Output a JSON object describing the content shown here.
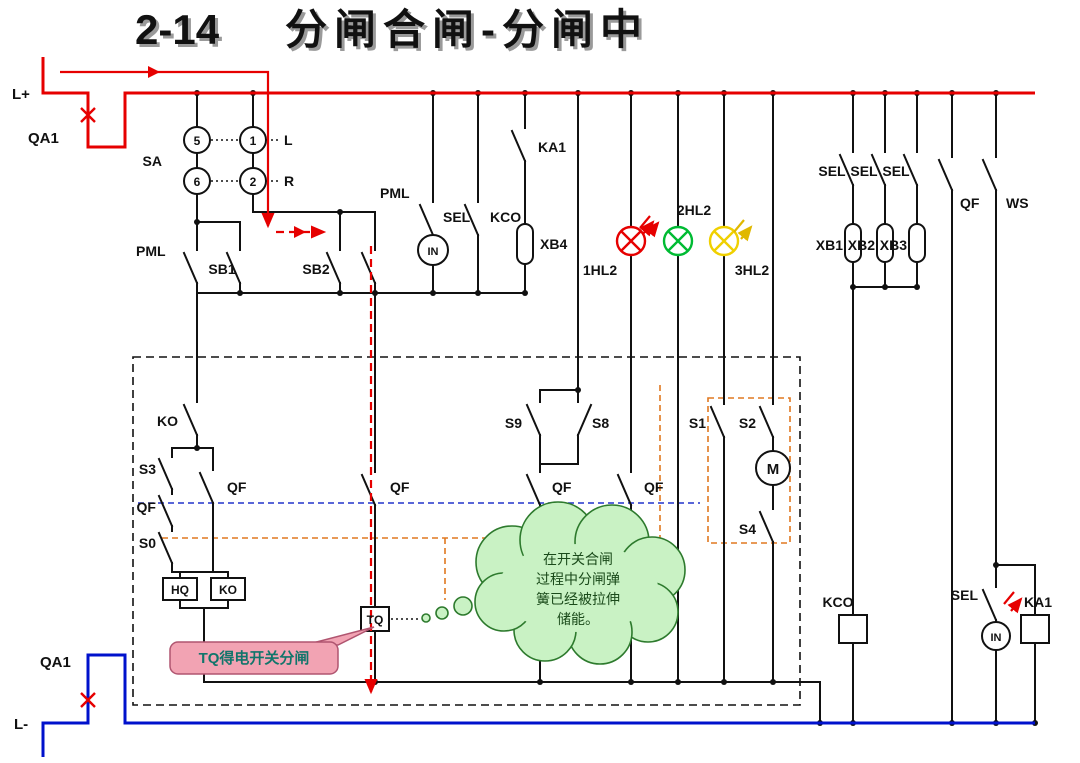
{
  "title": {
    "code": "2-14",
    "text": "分闸合闸-分闸中"
  },
  "power": {
    "positive_rail": "L+",
    "negative_rail": "L-",
    "breaker_top": "QA1",
    "breaker_bottom": "QA1"
  },
  "selector_switch": {
    "name": "SA",
    "contact_5": "5",
    "contact_6": "6",
    "contact_1": "1",
    "contact_2": "2",
    "position_left": "L",
    "position_right": "R"
  },
  "labels": {
    "pml1": "PML",
    "sb1": "SB1",
    "sb2": "SB2",
    "pml2": "PML",
    "sel_top": "SEL",
    "in_top": "IN",
    "kco_top": "KCO",
    "ka1_contact": "KA1",
    "xb4": "XB4",
    "lamp1": "1HL2",
    "lamp2": "2HL2",
    "lamp3": "3HL2",
    "sel_a": "SEL",
    "sel_b": "SEL",
    "sel_c": "SEL",
    "xb1": "XB1",
    "xb2": "XB2",
    "xb3": "XB3",
    "qf_main": "QF",
    "ws": "WS",
    "ko_contact": "KO",
    "s3": "S3",
    "qf_left": "QF",
    "s0": "S0",
    "qf_right_branch": "QF",
    "hq_coil": "HQ",
    "ko_coil": "KO",
    "qf_tq_branch": "QF",
    "tq_coil": "TQ",
    "s9": "S9",
    "s8": "S8",
    "qf_s9_branch": "QF",
    "qf_lamp_branch": "QF",
    "s1": "S1",
    "s2": "S2",
    "motor": "M",
    "s4": "S4",
    "kco_coil": "KCO",
    "sel_bottom": "SEL",
    "in_bottom": "IN",
    "ka1_coil": "KA1"
  },
  "annotations": {
    "cloud_line1": "在开关合闸",
    "cloud_line2": "过程中分闸弹",
    "cloud_line3": "簧已经被拉伸",
    "cloud_line4": "储能。",
    "callout": "TQ得电开关分闸"
  },
  "colors": {
    "bus_positive": "#e60000",
    "bus_negative": "#0011cc",
    "wire": "#111111",
    "flow_highlight": "#e60000",
    "lamp_red": "#e60000",
    "lamp_green": "#00bb33",
    "lamp_yellow": "#f0d000",
    "linkage_orange": "#e07820",
    "linkage_blue": "#2233cc",
    "cloud_fill": "#c9f2c4",
    "cloud_stroke": "#2d7a2d",
    "callout_fill": "#f2a3b3",
    "callout_text": "#11756b"
  }
}
